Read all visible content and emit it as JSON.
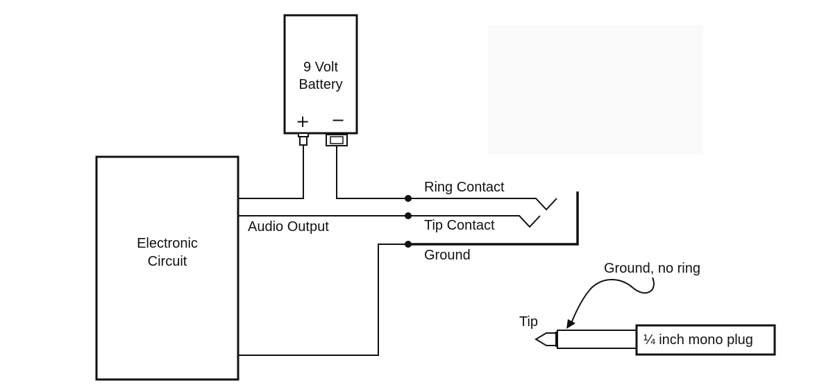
{
  "battery": {
    "line1": "9 Volt",
    "line2": "Battery",
    "plus": "+",
    "minus": "−"
  },
  "circuit": {
    "line1": "Electronic",
    "line2": "Circuit"
  },
  "labels": {
    "audio_output": "Audio Output",
    "ring_contact": "Ring Contact",
    "tip_contact": "Tip Contact",
    "ground": "Ground",
    "ground_no_ring": "Ground, no ring",
    "tip": "Tip",
    "plug": "¼ inch mono plug"
  },
  "colors": {
    "line": "#111111",
    "background": "#ffffff",
    "faint_box": "#fafafa"
  }
}
